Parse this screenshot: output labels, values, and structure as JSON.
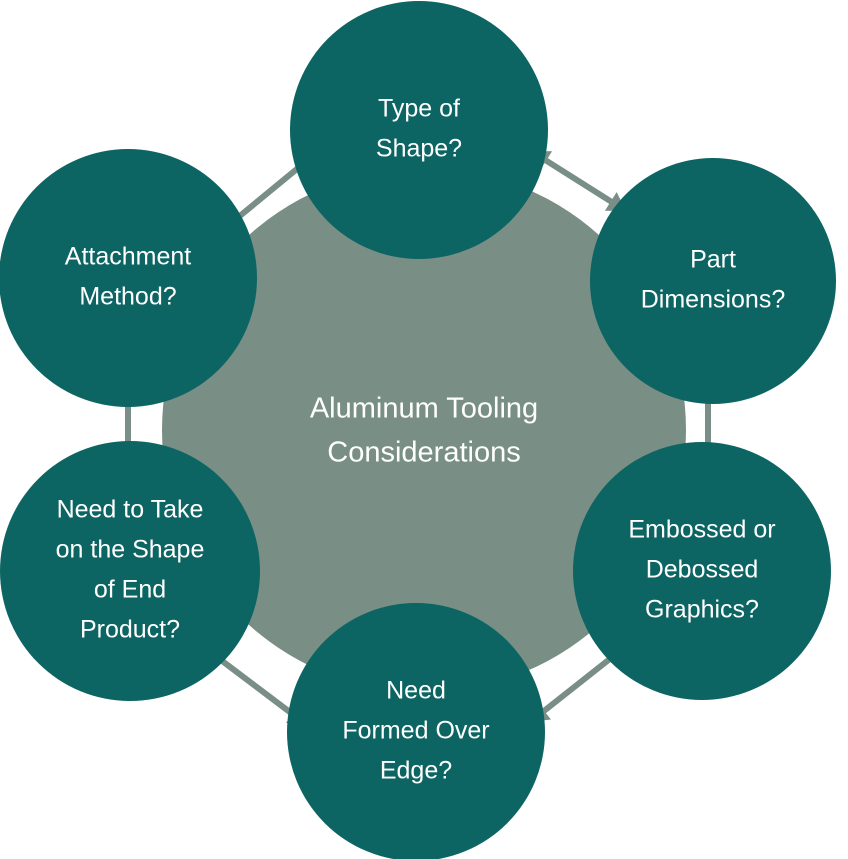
{
  "colors": {
    "center_fill": "#798e85",
    "node_fill": "#0c6563",
    "arrow": "#788e86",
    "text": "#ffffff"
  },
  "center": {
    "lines": [
      "Aluminum Tooling",
      "Considerations"
    ]
  },
  "nodes": [
    {
      "id": "type-of-shape",
      "lines": [
        "Type of",
        "Shape?"
      ]
    },
    {
      "id": "part-dimensions",
      "lines": [
        "Part",
        "Dimensions?"
      ]
    },
    {
      "id": "embossed-graphics",
      "lines": [
        "Embossed or",
        "Debossed",
        "Graphics?"
      ]
    },
    {
      "id": "formed-over-edge",
      "lines": [
        "Need",
        "Formed Over",
        "Edge?"
      ]
    },
    {
      "id": "shape-of-end-product",
      "lines": [
        "Need to Take",
        "on the Shape",
        "of End",
        "Product?"
      ]
    },
    {
      "id": "attachment-method",
      "lines": [
        "Attachment",
        "Method?"
      ]
    }
  ],
  "connectors": [
    {
      "from": "type-of-shape",
      "to": "part-dimensions",
      "style": "double-arrow"
    },
    {
      "from": "part-dimensions",
      "to": "embossed-graphics",
      "style": "double-arrow"
    },
    {
      "from": "embossed-graphics",
      "to": "formed-over-edge",
      "style": "double-arrow"
    },
    {
      "from": "formed-over-edge",
      "to": "shape-of-end-product",
      "style": "double-arrow"
    },
    {
      "from": "shape-of-end-product",
      "to": "attachment-method",
      "style": "double-arrow"
    },
    {
      "from": "attachment-method",
      "to": "type-of-shape",
      "style": "double-arrow"
    }
  ]
}
